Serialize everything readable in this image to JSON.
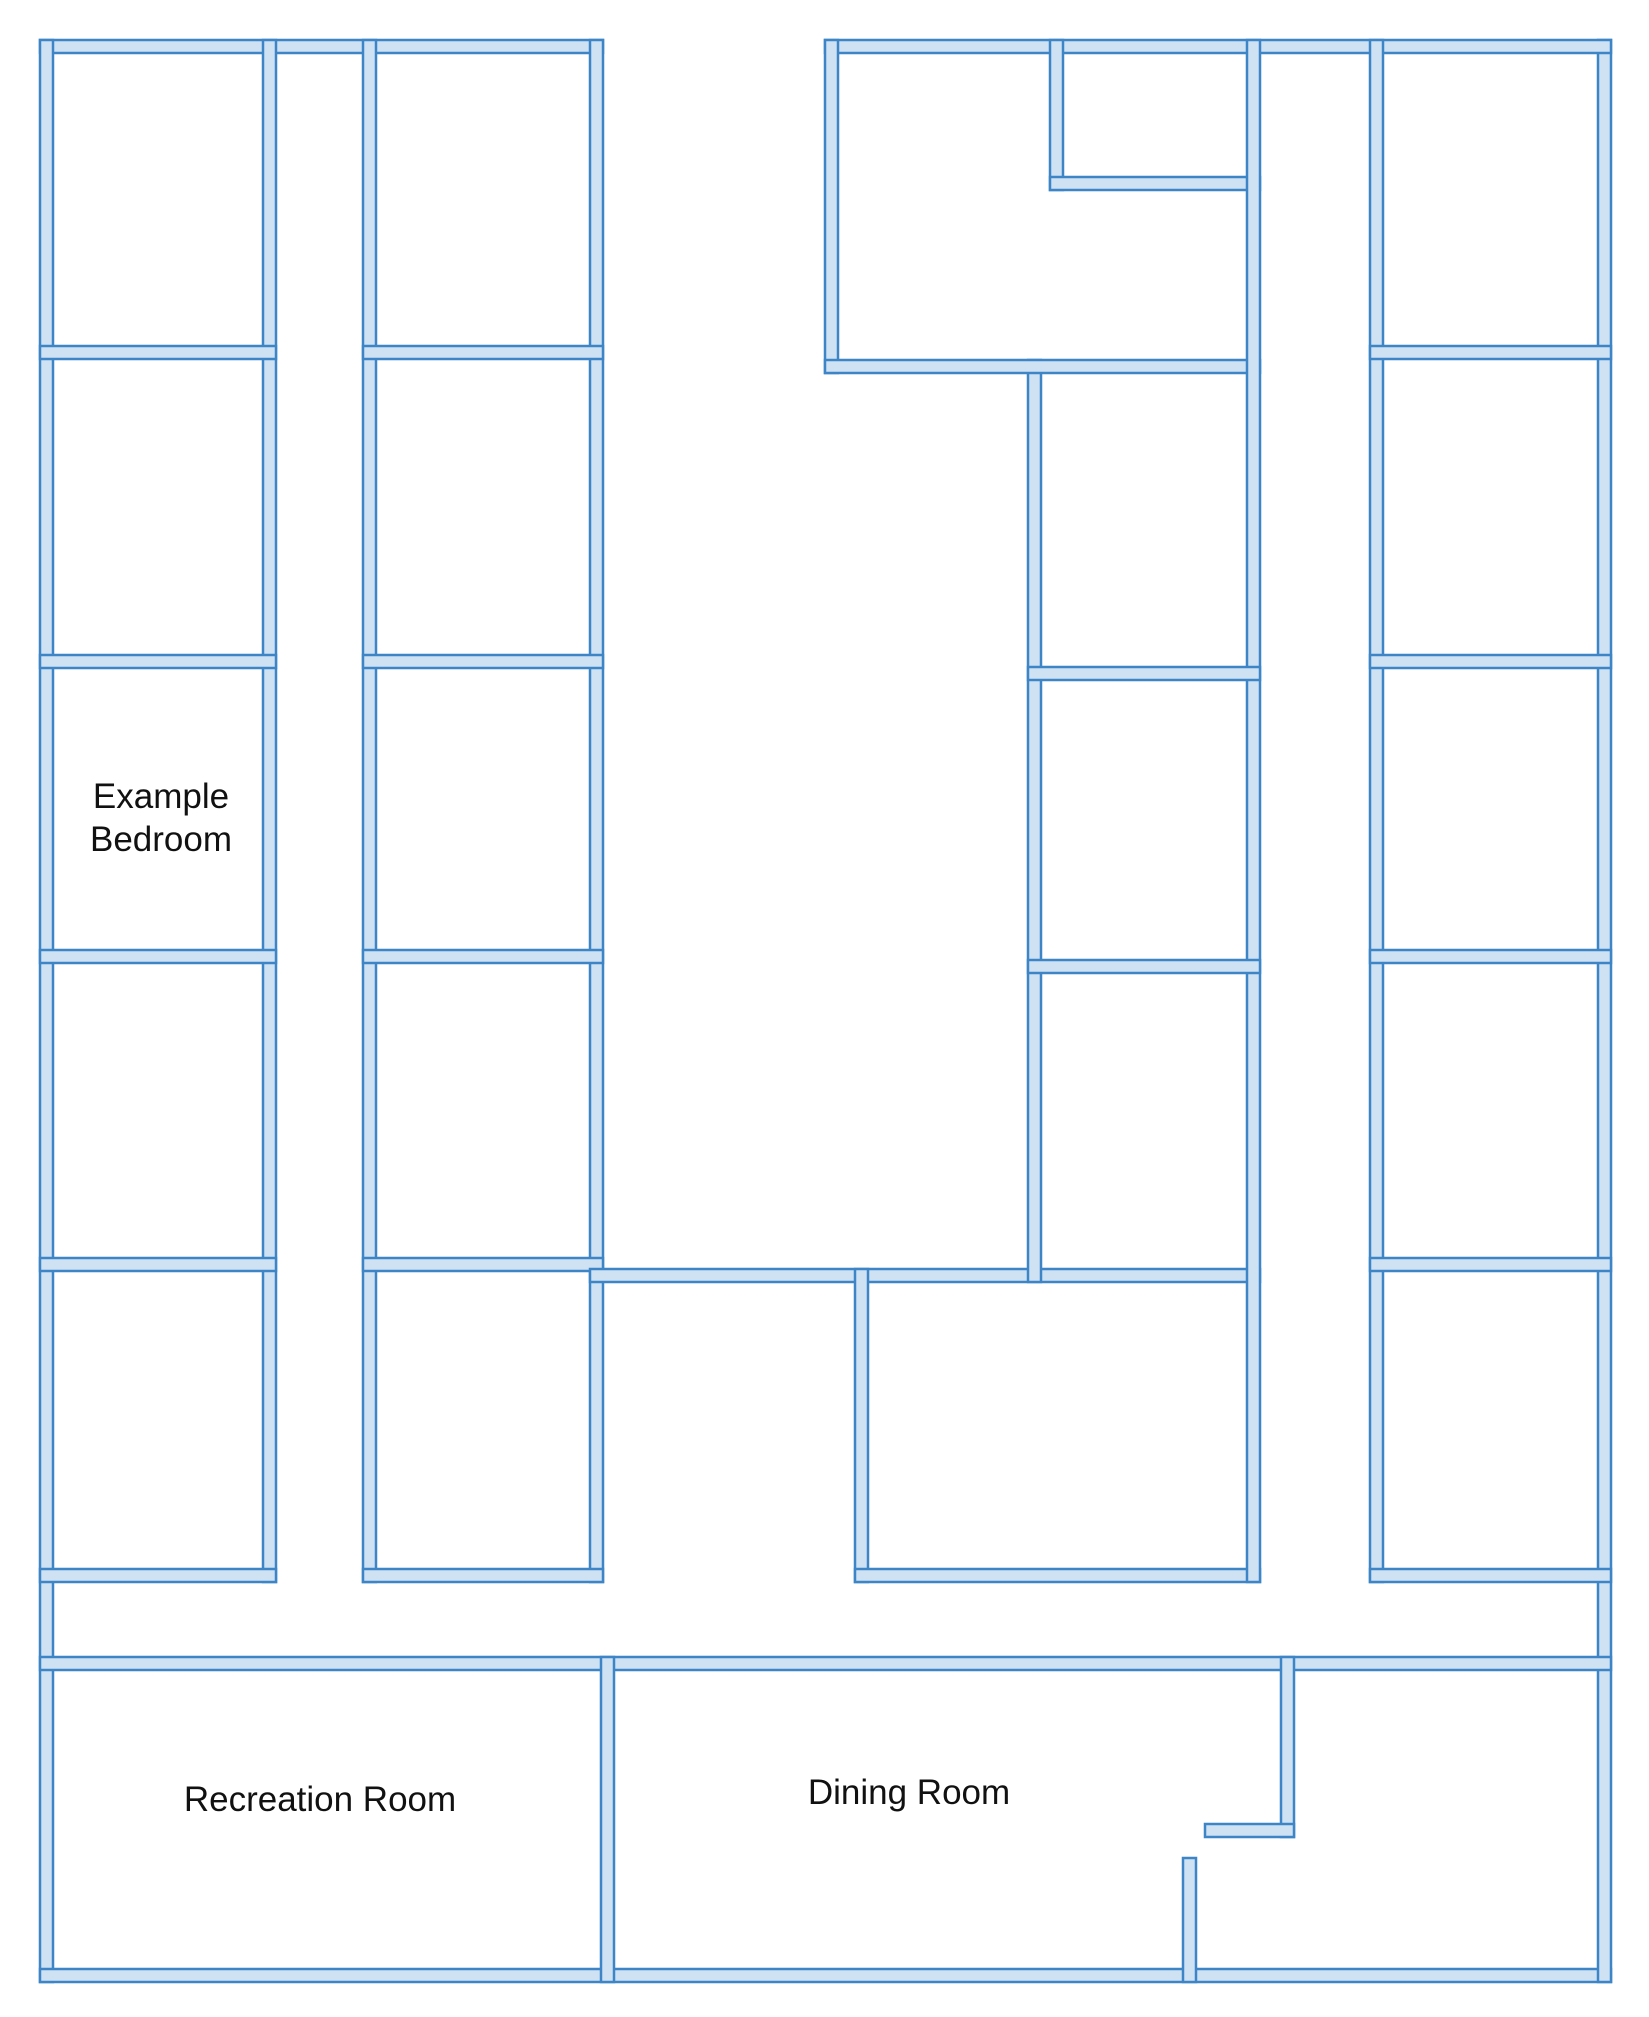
{
  "floor_plan": {
    "colors": {
      "wall_fill": "#cfe2f3",
      "wall_stroke": "#3d85c6",
      "background": "#ffffff",
      "text": "#111111"
    },
    "labels": {
      "example_bedroom_line1": "Example",
      "example_bedroom_line2": "Bedroom",
      "recreation_room": "Recreation Room",
      "dining_room": "Dining Room"
    }
  }
}
